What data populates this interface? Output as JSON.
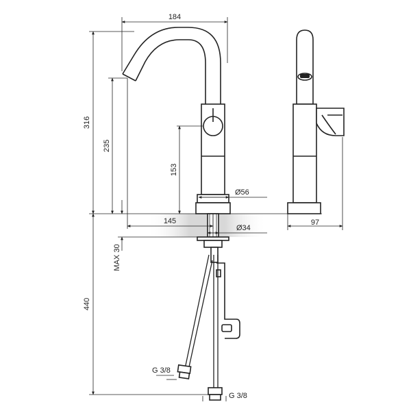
{
  "dimensions": {
    "width_spout": "184",
    "height_total": "316",
    "height_spout": "235",
    "height_lever": "153",
    "reach": "145",
    "base_diameter": "Ø56",
    "hole_diameter": "Ø34",
    "max_deck": "MAX 30",
    "hose_length": "440",
    "depth": "97",
    "thread_left": "G 3/8",
    "thread_right": "G 3/8"
  },
  "colors": {
    "line": "#222222",
    "counter_shade": "#d8d8d8"
  }
}
